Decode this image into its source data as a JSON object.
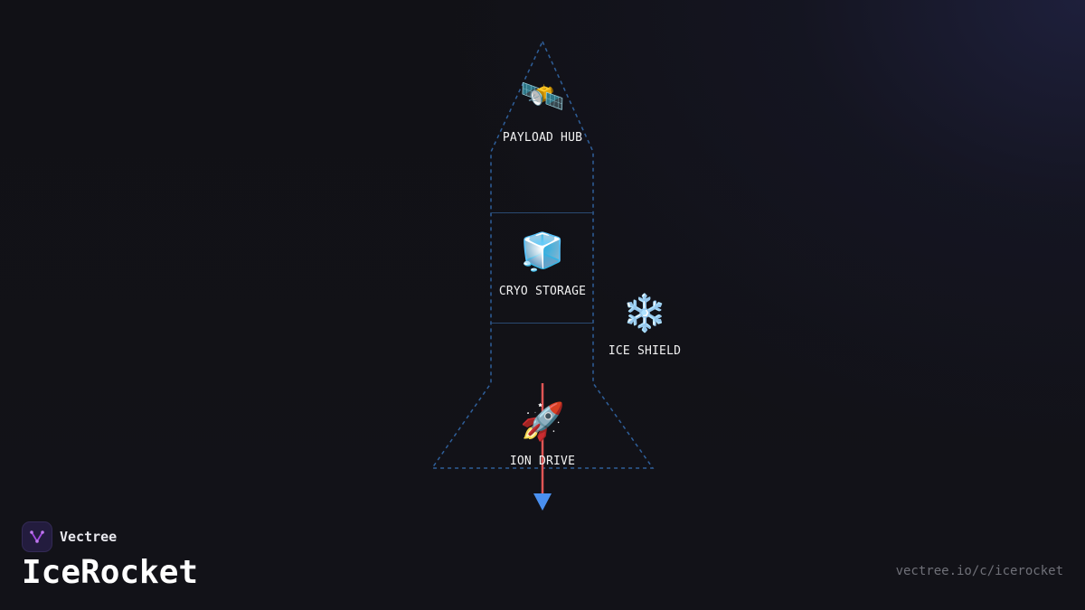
{
  "diagram": {
    "nodes": [
      {
        "id": "payload",
        "label": "PAYLOAD HUB",
        "icon": "satellite-icon",
        "glyph": "🛰️"
      },
      {
        "id": "cryo",
        "label": "CRYO STORAGE",
        "icon": "ice-cube-icon",
        "glyph": "🧊"
      },
      {
        "id": "shield",
        "label": "ICE SHIELD",
        "icon": "snowflake-icon",
        "glyph": "❄️"
      },
      {
        "id": "ion",
        "label": "ION DRIVE",
        "icon": "rocket-icon",
        "glyph": "🚀"
      }
    ],
    "colors": {
      "outline": "#2f5f9a",
      "divider": "#2a4a72",
      "thrust_line": "#e05555",
      "thrust_arrow": "#4a90f0"
    }
  },
  "brand": {
    "name": "Vectree",
    "logo_color": "#a24be0"
  },
  "title": "IceRocket",
  "url": "vectree.io/c/icerocket"
}
